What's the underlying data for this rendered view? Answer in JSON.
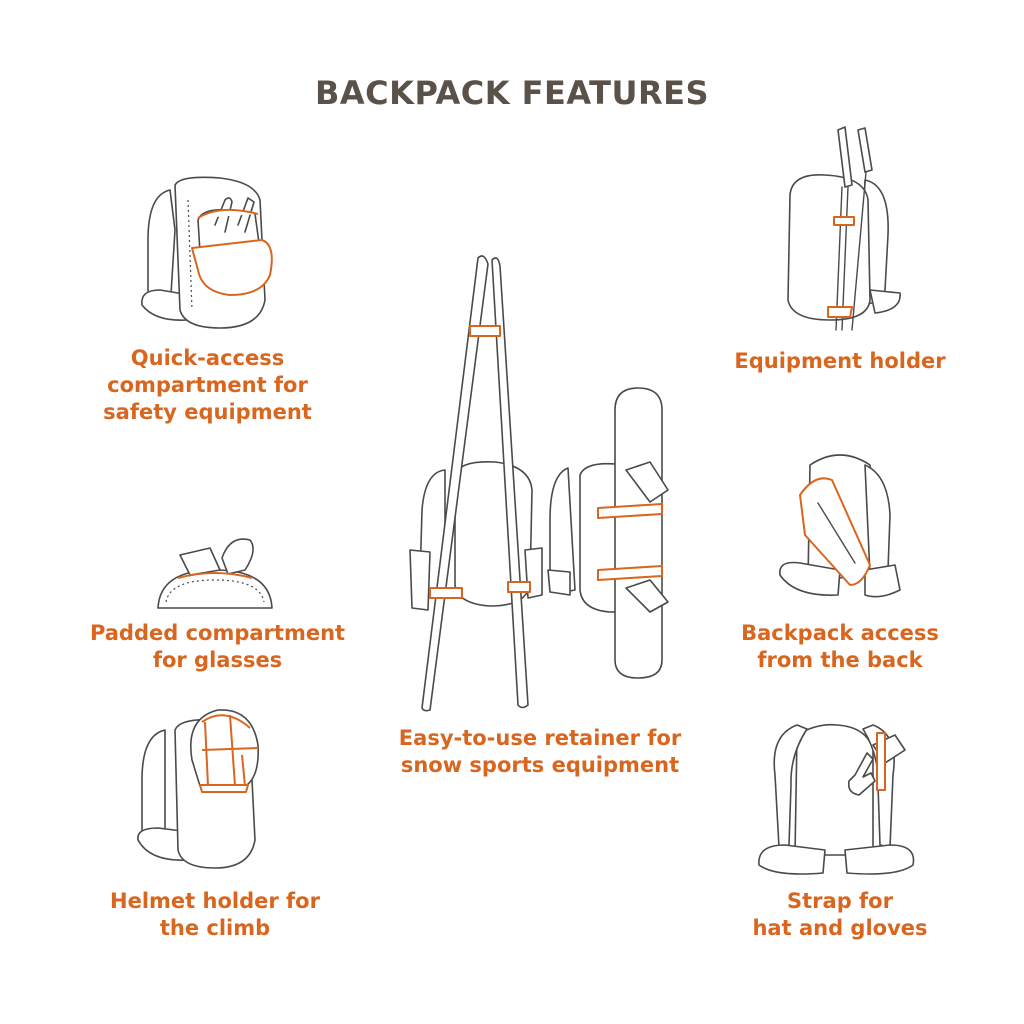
{
  "title": "BACKPACK FEATURES",
  "features": [
    {
      "id": "quick-access",
      "label": "Quick-access\ncompartment for\nsafety equipment",
      "icon": "backpack-quick-access-icon"
    },
    {
      "id": "equipment-holder",
      "label": "Equipment holder",
      "icon": "backpack-poles-icon"
    },
    {
      "id": "padded-glasses",
      "label": "Padded compartment\nfor glasses",
      "icon": "backpack-glasses-icon"
    },
    {
      "id": "snow-retainer",
      "label": "Easy-to-use retainer for\nsnow sports equipment",
      "icon": "backpack-skis-snowboard-icon"
    },
    {
      "id": "back-access",
      "label": "Backpack access\nfrom the back",
      "icon": "backpack-back-access-icon"
    },
    {
      "id": "helmet-holder",
      "label": "Helmet holder for\nthe climb",
      "icon": "backpack-helmet-icon"
    },
    {
      "id": "hat-gloves-strap",
      "label": "Strap for\nhat and gloves",
      "icon": "backpack-gloves-icon"
    }
  ],
  "colors": {
    "accent": "#d9661f",
    "title": "#5a5148",
    "line": "#4a4a4a"
  }
}
